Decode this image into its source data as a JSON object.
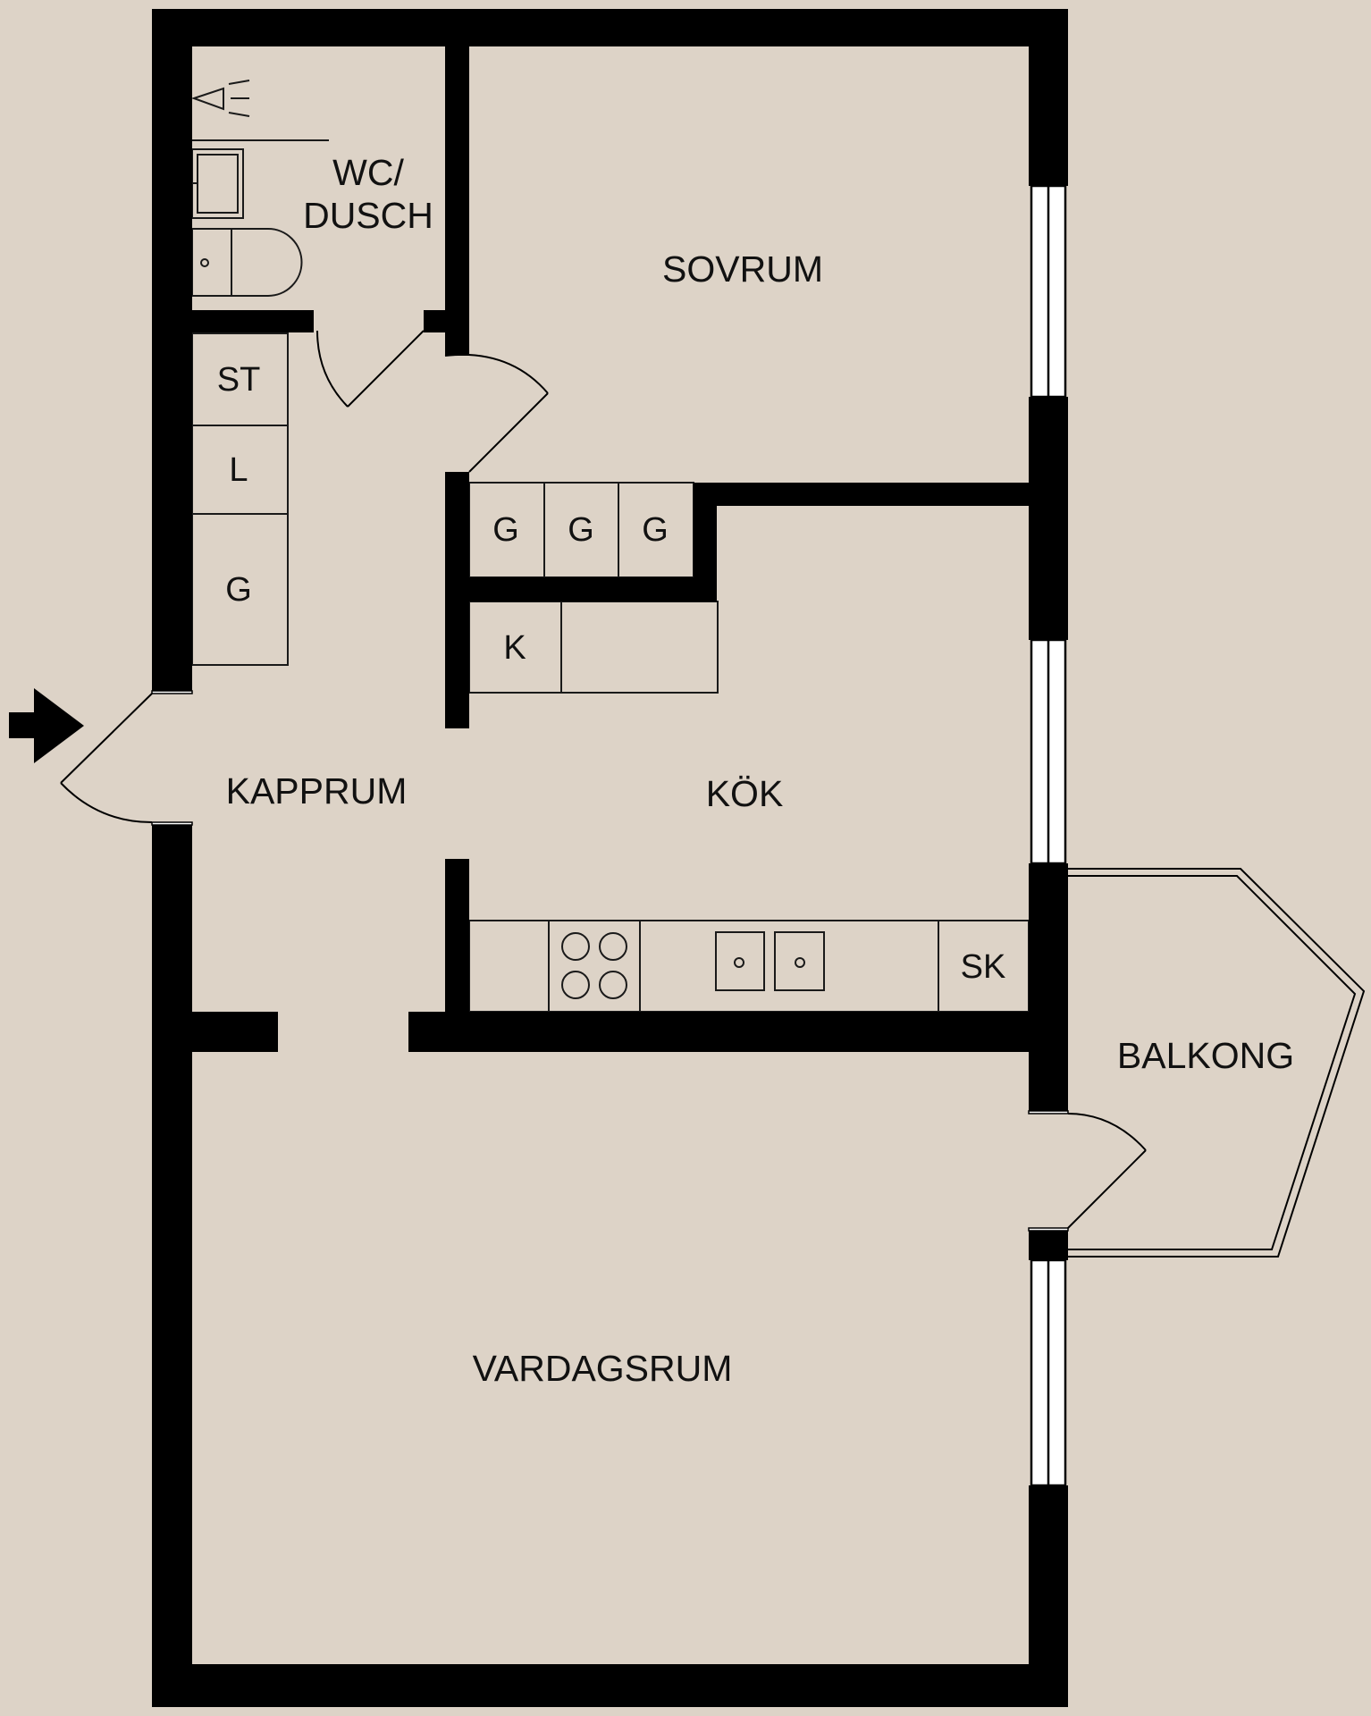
{
  "background": "#ddd3c7",
  "wall_color": "#000000",
  "rooms": {
    "wc_line1": "WC/",
    "wc_line2": "DUSCH",
    "sovrum": "SOVRUM",
    "kapprum": "KAPPRUM",
    "kok": "KÖK",
    "balkong": "BALKONG",
    "vardagsrum": "VARDAGSRUM"
  },
  "closets": {
    "st": "ST",
    "l": "L",
    "g_hall": "G",
    "g1": "G",
    "g2": "G",
    "g3": "G",
    "k": "K",
    "sk": "SK"
  },
  "icons": {
    "entrance": "entrance-arrow-icon",
    "shower": "shower-icon",
    "sink": "sink-icon",
    "toilet": "toilet-icon",
    "stove": "stove-icon",
    "kitchen_sink": "kitchen-sink-icon"
  }
}
